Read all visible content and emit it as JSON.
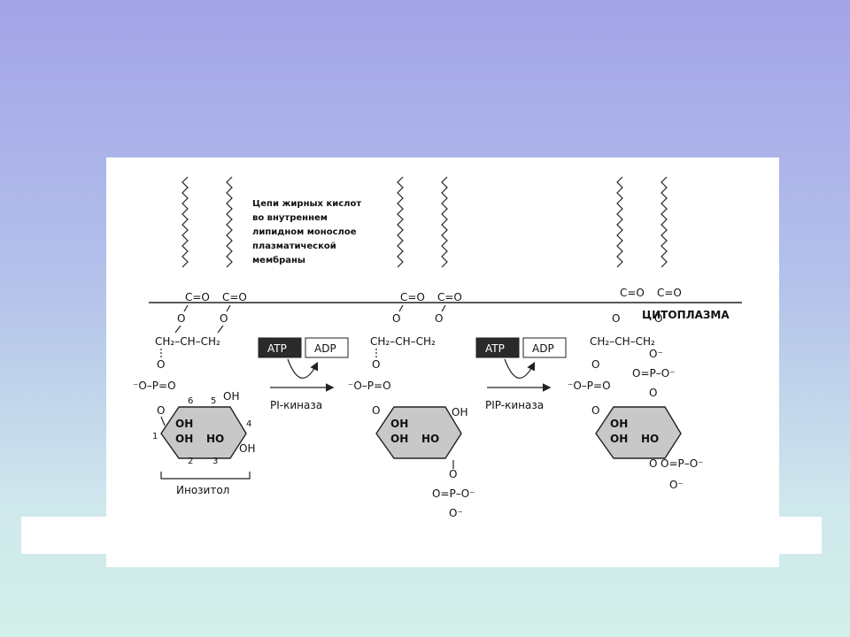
{
  "labels": {
    "fatty_acid_note": [
      "Цепи жирных кислот",
      "во внутреннем",
      "липидном монослое",
      "плазматической",
      "мембраны"
    ],
    "cytoplasm": "ЦИТОПЛАЗМА",
    "atp": "ATP",
    "adp": "ADP",
    "enzyme1": "PI-киназа",
    "enzyme2": "PIP-киназа",
    "inositol": "Инозитол",
    "ester_carbonyl": "C=O",
    "ether_o": "O",
    "glycerol": "CH₂–CH–CH₂",
    "phosphate_ring": "⁻O–P=O",
    "phosphate_side": "O=P–O⁻",
    "phosphate_tail": "O⁻",
    "hydroxyl": "OH",
    "hydroxyl_rev": "HO",
    "ring_numbers": [
      "1",
      "2",
      "3",
      "4",
      "5",
      "6"
    ]
  },
  "colors": {
    "background_top": "#a3a3e8",
    "background_bottom": "#d4f0ea",
    "atp_fill": "#2a2a2a",
    "ring_fill": "#c8c8c8"
  }
}
